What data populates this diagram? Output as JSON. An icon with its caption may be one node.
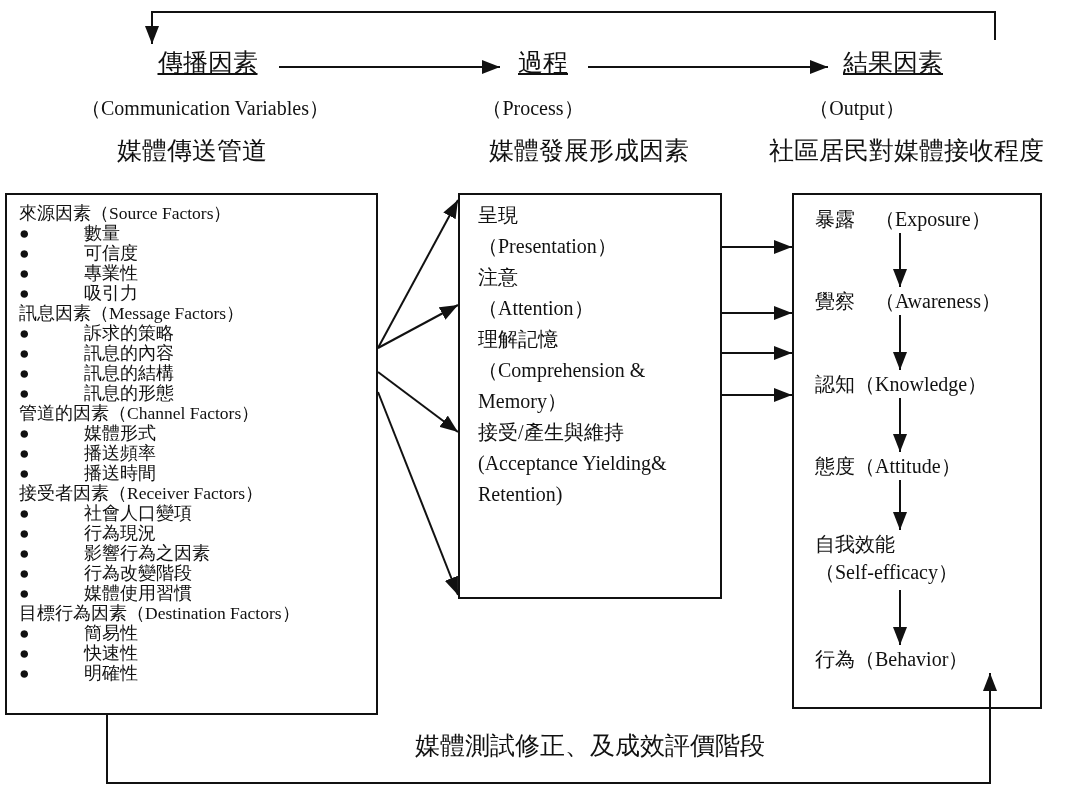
{
  "diagram": {
    "nodes": [
      {
        "text": [
          "傳播因素"
        ]
      },
      {
        "text": [
          "過程"
        ]
      },
      {
        "text": [
          "結果因素"
        ]
      },
      {
        "text": [
          "媒體傳送管道",
          "來源因素（Source Factors）",
          "●　　　數量",
          "●　　　可信度",
          "●　　　專業性",
          "●　　　吸引力",
          "訊息因素（Message Factors）",
          "●　　　訴求的策略",
          "●　　　訊息的內容",
          "●　　　訊息的結構",
          "●　　　訊息的形態",
          "管道的因素（Channel Factors）",
          "●　　　媒體形式",
          "●　　　播送頻率",
          "●　　　播送時間",
          "接受者因素（Receiver Factors）",
          "●　　　社會人口變項",
          "●　　　行為現況",
          "●　　　影響行為之因素",
          "●　　　行為改變階段",
          "●　　　媒體使用習慣",
          "目標行為因素（Destination Factors）",
          "●　　　簡易性",
          "●　　　快速性",
          "●　　　明確性"
        ]
      },
      {
        "text": [
          "媒體發展形成因素",
          "呈現",
          "（Presentation）",
          "注意",
          "（Attention）",
          "理解記憶",
          "（Comprehension & Memory）",
          "接受/產生與維持",
          "(Acceptance Yielding& Retention)"
        ]
      },
      {
        "text": [
          "社區居民對媒體接收程度"
        ]
      },
      {
        "text": [
          "暴露　（Exposure）"
        ],
        "in": 5
      },
      {
        "text": [
          "覺察　（Awareness）"
        ],
        "in": 5
      },
      {
        "text": [
          "認知（Knowledge）"
        ],
        "in": 5
      },
      {
        "text": [
          "態度（Attitude）"
        ],
        "in": 5
      },
      {
        "text": [
          "自我效能",
          "（Self-efficacy）"
        ],
        "in": 5
      },
      {
        "text": [
          "行為（Behavior）"
        ],
        "in": 5
      }
    ],
    "edges": [
      {
        "from": 0,
        "to": 1,
        "arrow": "to"
      },
      {
        "from": 1,
        "to": 2,
        "arrow": "to"
      },
      {
        "from": null,
        "to": 0,
        "arrow": "to"
      },
      {
        "from": 3,
        "to": 4,
        "arrow": "to"
      },
      {
        "from": 3,
        "to": 4,
        "arrow": "to"
      },
      {
        "from": 3,
        "to": 4,
        "arrow": "to"
      },
      {
        "from": 3,
        "to": 4,
        "arrow": "to"
      },
      {
        "from": 4,
        "to": 5,
        "arrow": "to"
      },
      {
        "from": 4,
        "to": 5,
        "arrow": "to"
      },
      {
        "from": 4,
        "to": 5,
        "arrow": "to"
      },
      {
        "from": 4,
        "to": 5,
        "arrow": "to"
      },
      {
        "from": 6,
        "to": 7,
        "arrow": "to"
      },
      {
        "from": 7,
        "to": 8,
        "arrow": "to"
      },
      {
        "from": 8,
        "to": 9,
        "arrow": "to"
      },
      {
        "from": 9,
        "to": 10,
        "arrow": "to"
      },
      {
        "from": 10,
        "to": 11,
        "arrow": "to"
      },
      {
        "from": 3,
        "to": 11,
        "arrow": "to",
        "label": "媒體測試修正、及成效評價階段"
      }
    ],
    "labels": [
      "（Communication Variables）",
      "（Process）",
      "（Output）"
    ]
  }
}
